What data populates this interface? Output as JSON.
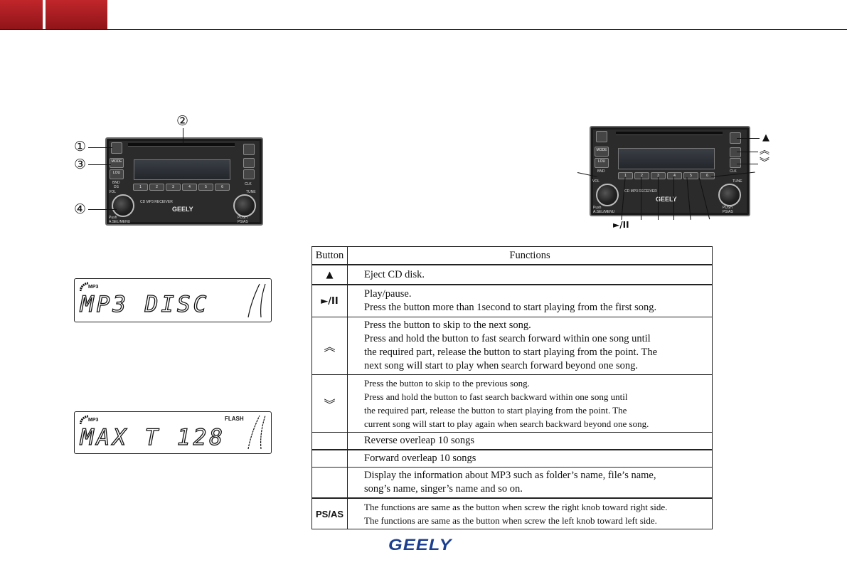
{
  "header": {
    "accent_color": "#a81c20"
  },
  "left_radio": {
    "callouts": [
      "①",
      "②",
      "③",
      "④"
    ],
    "labels": {
      "mode": "MODE",
      "lou": "LOU",
      "bnd": "BND",
      "ds": "DS",
      "vol": "VOL",
      "tune": "TUNE",
      "clk": "CLK",
      "model": "CD MP3 RECEIVER",
      "brand": "GEELY",
      "push_left": "Push A.SEL/MENU",
      "push_right": "PUSH PS/AS",
      "presets": [
        "1",
        "2",
        "3",
        "4",
        "5",
        "6"
      ]
    }
  },
  "right_radio": {
    "markers": [
      "▲",
      "︽",
      "︾",
      "►/II"
    ]
  },
  "displays": [
    {
      "icon": "MP3",
      "flash": "",
      "text": "MP3 DISC"
    },
    {
      "icon": "MP3",
      "flash": "FLASH",
      "text": "MAX T 128"
    }
  ],
  "table": {
    "headers": [
      "Button",
      "Functions"
    ],
    "rows": [
      {
        "button": "▲",
        "lines": [
          "Eject CD disk."
        ]
      },
      {
        "button": "►/II",
        "lines": [
          "Play/pause.",
          "Press the button more than 1second to start playing from the first song."
        ]
      },
      {
        "button": "︽",
        "lines": [
          "Press the button to skip to the next song.",
          "Press and hold the button to fast search forward within one song until",
          "the required part, release the button to start playing from the point. The",
          "next song will start to play when search forward beyond one song."
        ]
      },
      {
        "button": "︾",
        "lines": [
          "Press the button to skip to the previous song.",
          "Press and hold the button to fast search backward within one song until",
          "the required part, release the button to start playing from the point. The",
          "current song will start to play again when search backward beyond one song."
        ]
      },
      {
        "button": "",
        "lines": [
          "Reverse overleap 10 songs"
        ]
      },
      {
        "button": "",
        "lines": [
          "Forward overleap 10 songs"
        ]
      },
      {
        "button": "",
        "lines": [
          "Display the information about MP3 such as folder’s name, file’s name,",
          "song’s name, singer’s name and so on."
        ]
      },
      {
        "button": "PS/AS",
        "lines": [
          "The functions are same as the button when screw the right knob toward right side.",
          "The functions are same as the button when screw the left knob toward left side."
        ]
      }
    ]
  },
  "footer": {
    "brand": "GEELY"
  }
}
